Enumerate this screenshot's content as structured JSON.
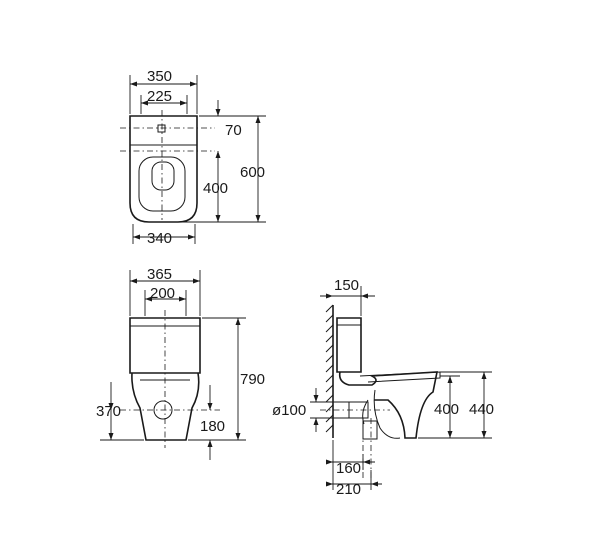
{
  "dimensions": {
    "top_view": {
      "overall_width": "350",
      "inner_width": "225",
      "tank_depth": "70",
      "total_length": "600",
      "bowl_length": "400",
      "bowl_width": "340"
    },
    "front_view": {
      "overall_width": "365",
      "tank_width": "200",
      "height": "790",
      "outlet_height": "370",
      "outlet_offset": "180"
    },
    "side_view": {
      "wall_offset": "150",
      "pipe_diameter": "ø100",
      "outlet_distance_1": "160",
      "outlet_distance_2": "210",
      "seat_height": "400",
      "rim_height": "440"
    }
  }
}
